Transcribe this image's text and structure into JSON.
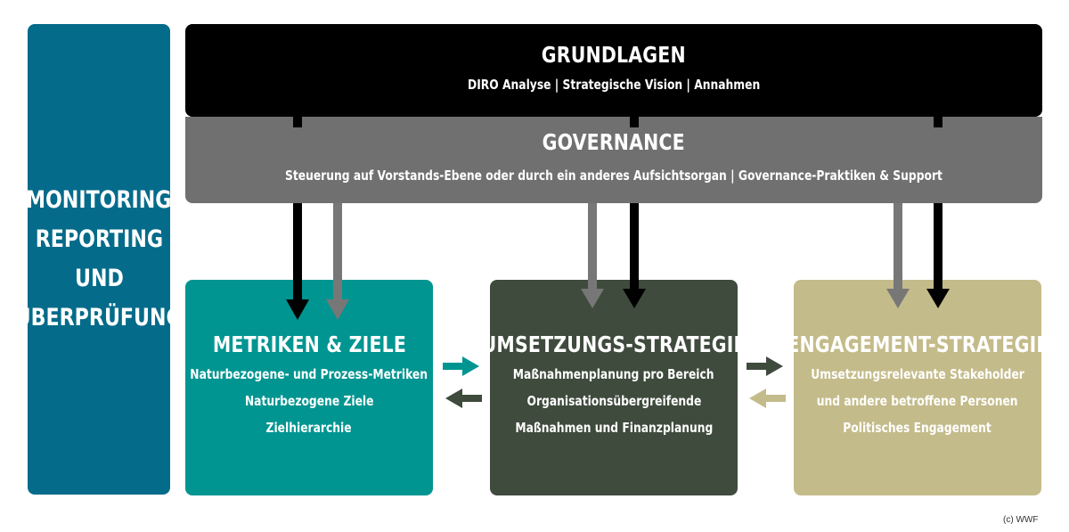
{
  "monitoring": {
    "lines": [
      "MONITORING",
      "REPORTING",
      "UND",
      "ÜBERPRÜFUNG"
    ]
  },
  "grundlagen": {
    "title": "GRUNDLAGEN",
    "subtitle": "DIRO Analyse | Strategische Vision  | Annahmen"
  },
  "governance": {
    "title": "GOVERNANCE",
    "subtitle": "Steuerung auf Vorstands-Ebene oder durch ein anderes Aufsichtsorgan | Governance-Praktiken & Support"
  },
  "metriken": {
    "title": "METRIKEN & ZIELE",
    "lines": [
      "Naturbezogene- und Prozess-Metriken",
      "Naturbezogene Ziele",
      "Zielhierarchie"
    ]
  },
  "umsetzung": {
    "title": "UMSETZUNGS-STRATEGIE",
    "lines": [
      "Maßnahmenplanung  pro Bereich",
      "Organisationsübergreifende",
      "Maßnahmen  und  Finanzplanung"
    ]
  },
  "engagement": {
    "title": "ENGAGEMENT-STRATEGIE",
    "lines": [
      "Umsetzungsrelevante Stakeholder",
      "und andere betroffene Personen",
      "Politisches Engagement"
    ]
  },
  "copyright": "(c) WWF",
  "colors": {
    "monitoring": "#046b8a",
    "grundlagen": "#000000",
    "governance": "#707070",
    "metriken": "#009591",
    "umsetzung": "#3f4b3d",
    "engagement": "#c4bb8a",
    "arrow_grundlagen": "#000000",
    "arrow_governance": "#777777"
  }
}
